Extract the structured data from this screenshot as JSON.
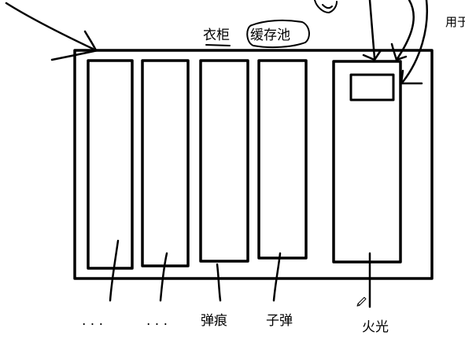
{
  "title": {
    "wardrobe": "衣柜",
    "cache_pool": "缓存池"
  },
  "edge_label": "用于",
  "bottom_labels": {
    "dots_1": ". . .",
    "dots_2": ". . .",
    "bullet_holes": "弹痕",
    "bullets": "子弹",
    "muzzle_flash": "火光"
  }
}
